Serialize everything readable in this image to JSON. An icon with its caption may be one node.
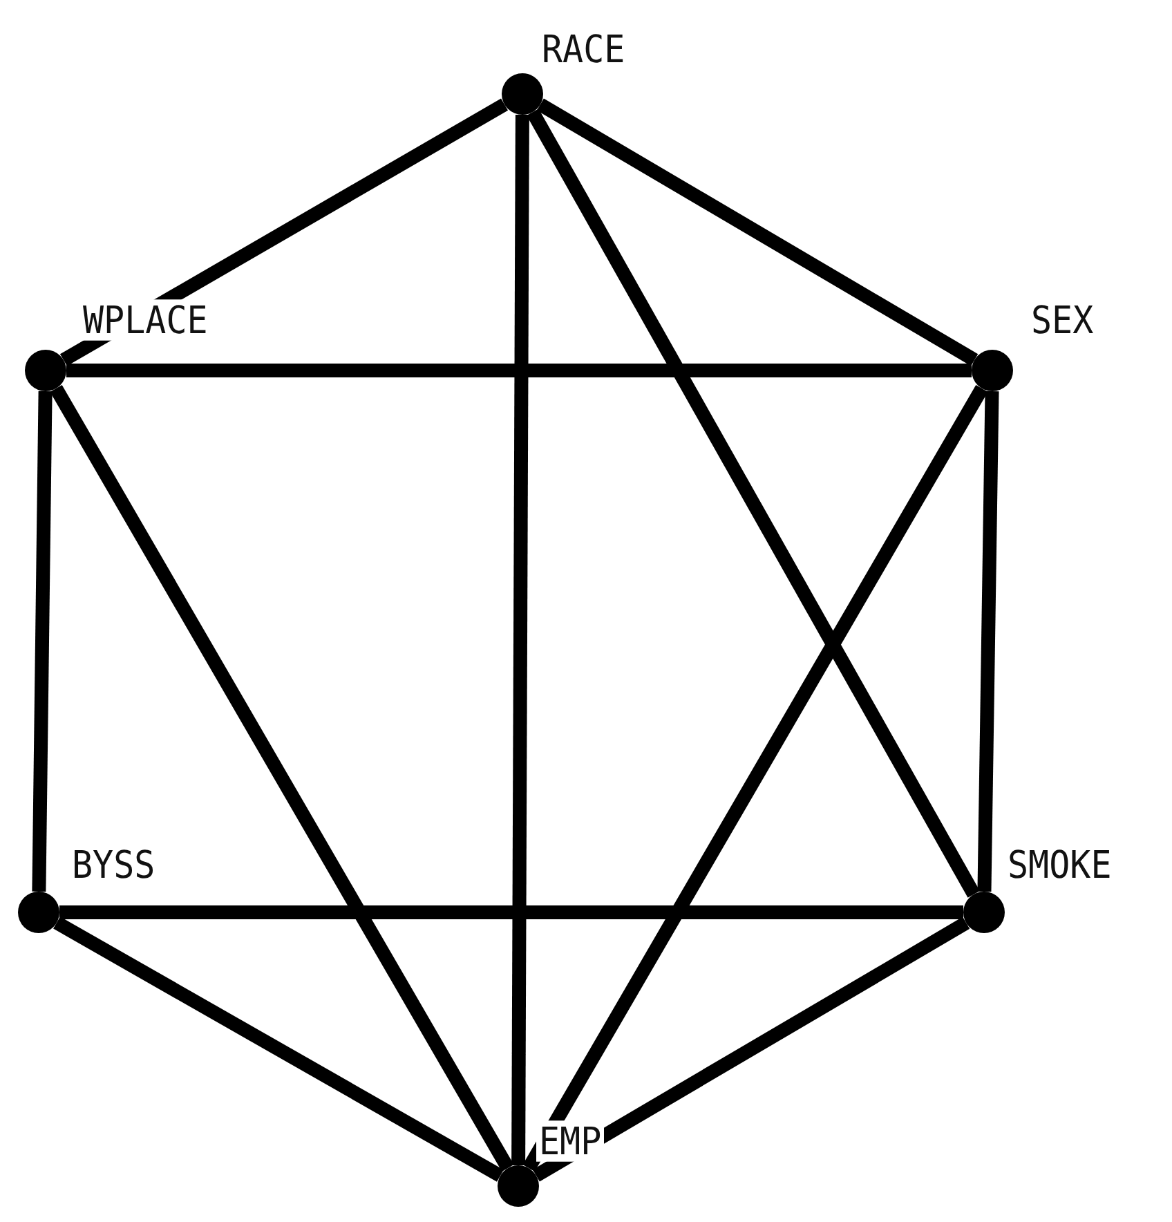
{
  "diagram": {
    "nodes": [
      {
        "text": [],
        "shape": "circle",
        "beside": [
          "RACE"
        ]
      },
      {
        "text": [],
        "shape": "circle",
        "beside": [
          "WPLACE"
        ]
      },
      {
        "text": [],
        "shape": "circle",
        "beside": [
          "SEX"
        ]
      },
      {
        "text": [],
        "shape": "circle",
        "beside": [
          "BYSS"
        ]
      },
      {
        "text": [],
        "shape": "circle",
        "beside": [
          "SMOKE"
        ]
      },
      {
        "text": [],
        "shape": "circle",
        "beside": [
          "EMP"
        ]
      }
    ],
    "edges": [
      {
        "from": 0,
        "to": 1,
        "arrow": "none"
      },
      {
        "from": 0,
        "to": 5,
        "arrow": "none"
      },
      {
        "from": 0,
        "to": 4,
        "arrow": "none"
      },
      {
        "from": 0,
        "to": 2,
        "arrow": "none"
      },
      {
        "from": 1,
        "to": 2,
        "arrow": "none"
      },
      {
        "from": 1,
        "to": 3,
        "arrow": "none"
      },
      {
        "from": 1,
        "to": 5,
        "arrow": "none"
      },
      {
        "from": 2,
        "to": 4,
        "arrow": "none"
      },
      {
        "from": 2,
        "to": 5,
        "arrow": "none"
      },
      {
        "from": 3,
        "to": 4,
        "arrow": "none"
      },
      {
        "from": 3,
        "to": 5,
        "arrow": "none"
      },
      {
        "from": 4,
        "to": 5,
        "arrow": "none"
      }
    ]
  }
}
